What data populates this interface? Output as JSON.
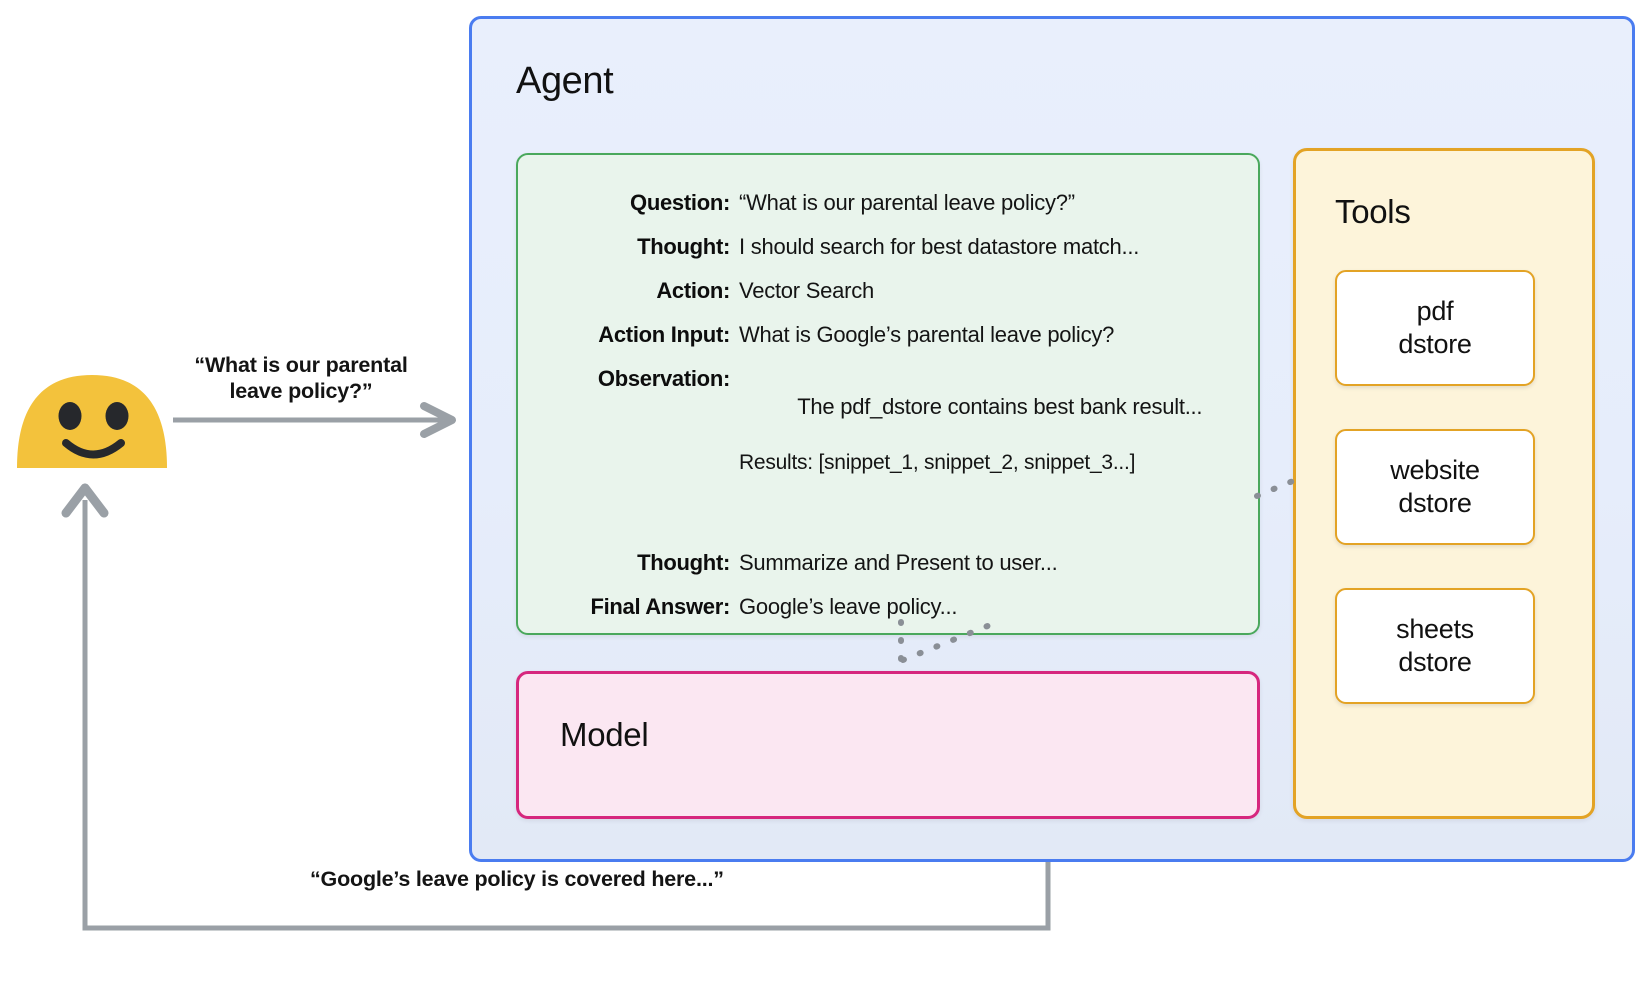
{
  "user": {
    "avatar_icon": "smiley-blob-avatar",
    "question_label": "“What is our parental\nleave policy?”",
    "response_label": "“Google’s leave policy is covered here...”"
  },
  "agent": {
    "title": "Agent",
    "trace": {
      "rows": [
        {
          "label": "Question:",
          "value": "“What is our parental leave policy?”"
        },
        {
          "label": "Thought:",
          "value": "I should search for best datastore match..."
        },
        {
          "label": "Action:",
          "value": "Vector Search"
        },
        {
          "label": "Action Input:",
          "value": "What is Google’s parental leave policy?"
        },
        {
          "label": "Observation:",
          "value": "The pdf_dstore contains best bank result...",
          "value2": "Results: [snippet_1, snippet_2, snippet_3...]"
        },
        {
          "label": "Thought:",
          "value": "Summarize and Present to user..."
        },
        {
          "label": "Final Answer:",
          "value": "Google’s leave policy..."
        }
      ]
    },
    "model": {
      "title": "Model"
    },
    "tools": {
      "title": "Tools",
      "items": [
        {
          "label": "pdf\ndstore"
        },
        {
          "label": "website\ndstore"
        },
        {
          "label": "sheets\ndstore"
        }
      ]
    }
  },
  "colors": {
    "agent_border": "#4a7cf0",
    "agent_fill": "#e7eefb",
    "trace_border": "#4aa85c",
    "trace_fill": "#e9f4ec",
    "model_border": "#d6277e",
    "model_fill": "#fbe7f2",
    "tools_border": "#e3a325",
    "tools_fill": "#fdf4da",
    "tool_card_fill": "#ffffff",
    "avatar_fill": "#f3c23c",
    "arrow": "#9aa0a6",
    "dotted_connector": "#8a8f96"
  }
}
